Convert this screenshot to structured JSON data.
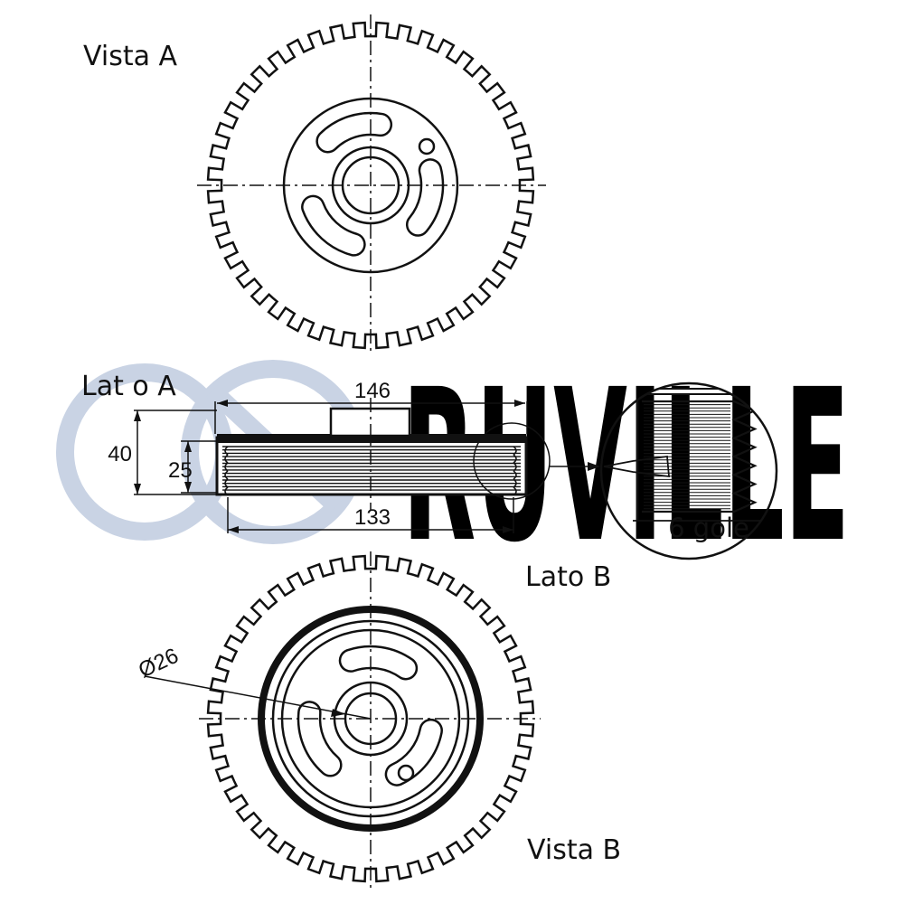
{
  "colors": {
    "ink": "#111111",
    "watermark": "#c9d3e4"
  },
  "watermark": {
    "text": "RUVILLE",
    "logo": "ruville-logo-icon"
  },
  "views": {
    "vista_a": "Vista A",
    "vista_b": "Vista B",
    "lato_a": "Lat o A",
    "lato_b": "Lato B"
  },
  "dimensions": {
    "overall_width": "146",
    "groove_width": "133",
    "outer_height": "40",
    "inner_height": "25",
    "bore_diameter": "Ø26"
  },
  "detail": {
    "grooves": "6 gole",
    "groove_count": 6
  },
  "pulley": {
    "teeth": 44
  }
}
